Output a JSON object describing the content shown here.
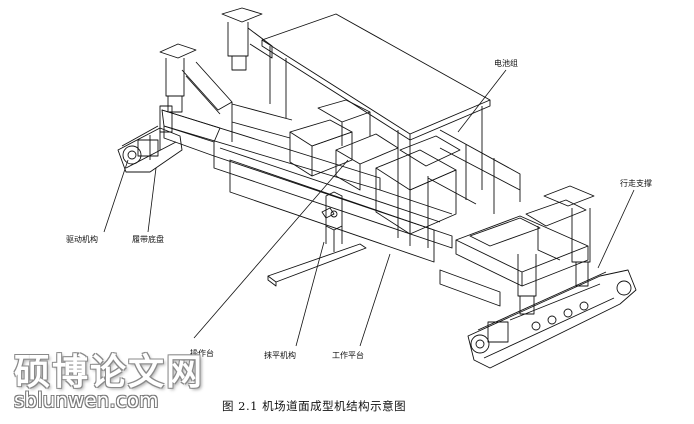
{
  "labels": {
    "battery": "电池组",
    "walking_support": "行走支撑",
    "drive": "驱动机构",
    "track_chassis": "履带底盘",
    "operation_console": "操作台",
    "leveling": "抹平机构",
    "work_platform": "工作平台"
  },
  "caption": "图 2.1 机场道面成型机结构示意图",
  "watermark": {
    "cn": "硕博论文网",
    "en": "sblunwen.com"
  },
  "colors": {
    "line": "#111111",
    "background": "#ffffff",
    "watermark_outline": "#8a8a8a"
  }
}
